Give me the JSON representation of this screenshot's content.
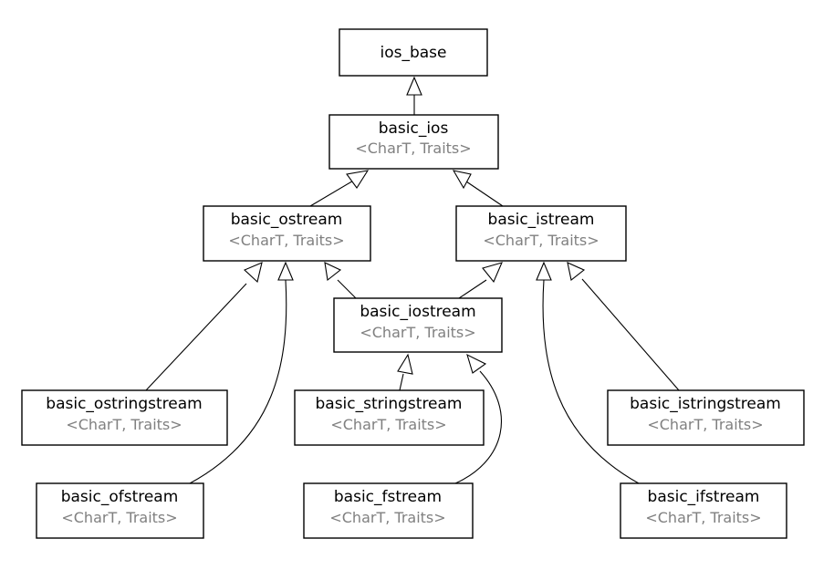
{
  "diagram": {
    "colors": {
      "box_border": "#000000",
      "name_text": "#000000",
      "template_params_text": "#808080",
      "background": "#ffffff"
    },
    "nodes": {
      "ios_base": {
        "name": "ios_base",
        "params": ""
      },
      "basic_ios": {
        "name": "basic_ios",
        "params": "<CharT, Traits>"
      },
      "basic_ostream": {
        "name": "basic_ostream",
        "params": "<CharT, Traits>"
      },
      "basic_istream": {
        "name": "basic_istream",
        "params": "<CharT, Traits>"
      },
      "basic_iostream": {
        "name": "basic_iostream",
        "params": "<CharT, Traits>"
      },
      "basic_ostringstream": {
        "name": "basic_ostringstream",
        "params": "<CharT, Traits>"
      },
      "basic_stringstream": {
        "name": "basic_stringstream",
        "params": "<CharT, Traits>"
      },
      "basic_istringstream": {
        "name": "basic_istringstream",
        "params": "<CharT, Traits>"
      },
      "basic_ofstream": {
        "name": "basic_ofstream",
        "params": "<CharT, Traits>"
      },
      "basic_fstream": {
        "name": "basic_fstream",
        "params": "<CharT, Traits>"
      },
      "basic_ifstream": {
        "name": "basic_ifstream",
        "params": "<CharT, Traits>"
      }
    },
    "edges": [
      {
        "from": "basic_ios",
        "to": "ios_base"
      },
      {
        "from": "basic_ostream",
        "to": "basic_ios"
      },
      {
        "from": "basic_istream",
        "to": "basic_ios"
      },
      {
        "from": "basic_iostream",
        "to": "basic_ostream"
      },
      {
        "from": "basic_iostream",
        "to": "basic_istream"
      },
      {
        "from": "basic_ostringstream",
        "to": "basic_ostream"
      },
      {
        "from": "basic_ofstream",
        "to": "basic_ostream"
      },
      {
        "from": "basic_stringstream",
        "to": "basic_iostream"
      },
      {
        "from": "basic_fstream",
        "to": "basic_iostream"
      },
      {
        "from": "basic_istringstream",
        "to": "basic_istream"
      },
      {
        "from": "basic_ifstream",
        "to": "basic_istream"
      }
    ]
  }
}
